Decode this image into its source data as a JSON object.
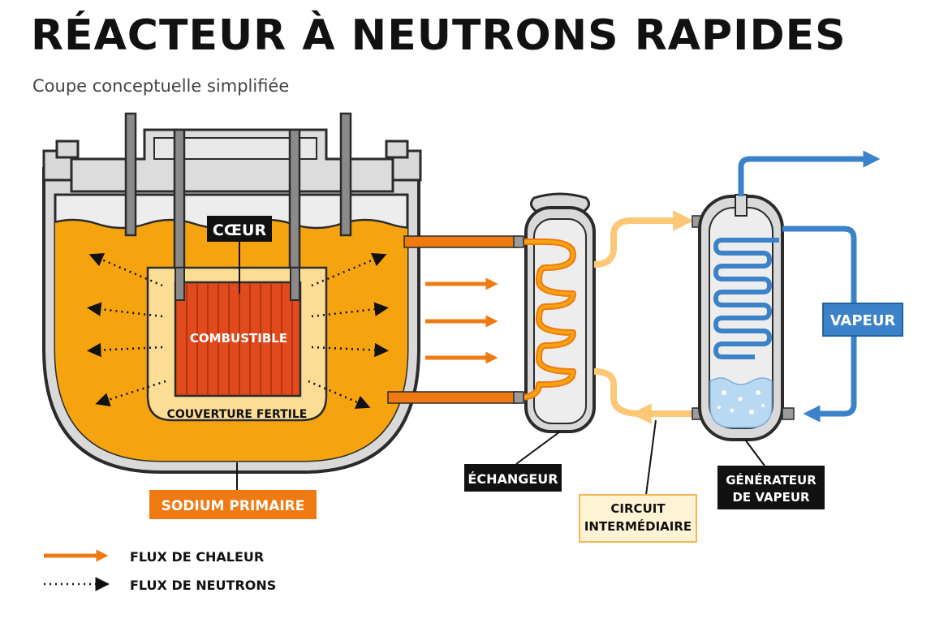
{
  "title": "RÉACTEUR À NEUTRONS RAPIDES",
  "subtitle": "Coupe conceptuelle simplifiée",
  "labels": {
    "coeur": "CŒUR",
    "combustible": "COMBUSTIBLE",
    "couverture": "COUVERTURE FERTILE",
    "sodium": "SODIUM PRIMAIRE",
    "echangeur": "ÉCHANGEUR",
    "circuit_line1": "CIRCUIT",
    "circuit_line2": "INTERMÉDIAIRE",
    "generateur_line1": "GÉNÉRATEUR",
    "generateur_line2": "DE VAPEUR",
    "vapeur": "VAPEUR"
  },
  "legend": {
    "heat": "FLUX DE CHALEUR",
    "neutrons": "FLUX DE NEUTRONS"
  },
  "colors": {
    "sodium_orange": "#F5A30F",
    "heat_orange": "#F07A12",
    "fuel_red": "#E04A1C",
    "blanket_cream": "#FBDD96",
    "intermediate_light": "#FCC877",
    "steam_blue": "#3B82C8",
    "water_blue": "#B9D8F2",
    "steel_gray": "#D9D9D9",
    "outline": "#2b2b2b"
  }
}
